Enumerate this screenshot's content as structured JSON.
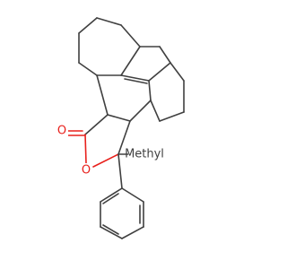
{
  "molecule": {
    "atom_labels": {
      "carbonyl_oxygen": "O",
      "ring_oxygen": "O",
      "methyl": "Methyl"
    },
    "colors": {
      "bond": "#404040",
      "oxygen": "#e8201c",
      "label_text": "#404040"
    }
  }
}
